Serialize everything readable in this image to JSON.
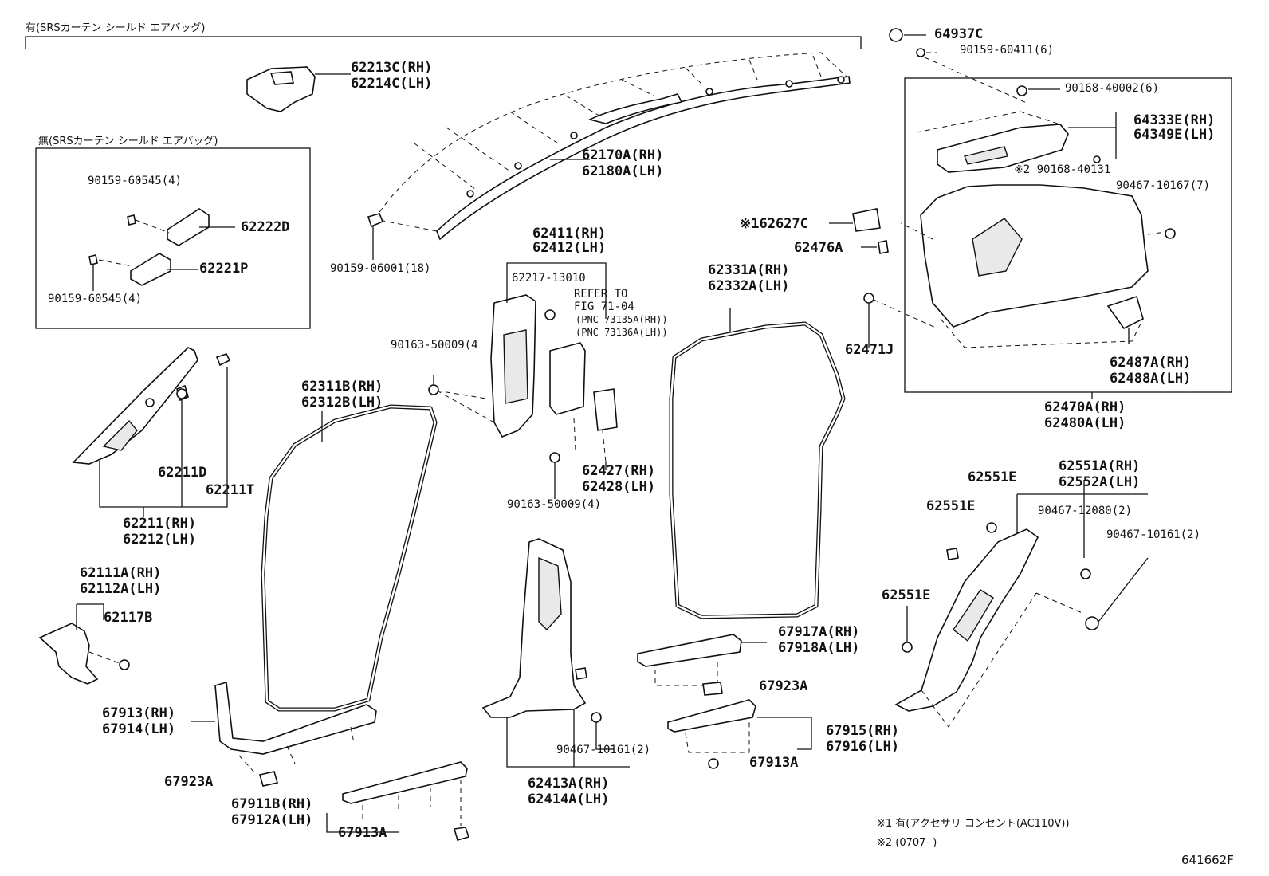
{
  "header": {
    "with_curtain_airbag": "有(SRSカーテン シールド エアバッグ)",
    "without_curtain_airbag": "無(SRSカーテン シールド エアバッグ)"
  },
  "refer_to": {
    "line1": "REFER TO",
    "line2": "FIG 71-04",
    "line3": "(PNC 73135A(RH))",
    "line4": "(PNC 73136A(LH))"
  },
  "labels": {
    "p64937C": "64937C",
    "p9015960411": "90159-60411(6)",
    "p9016840002": "90168-40002(6)",
    "p64333E": "64333E(RH)",
    "p64349E": "64349E(LH)",
    "p9016840131": "※2 90168-40131",
    "p9046710167": "90467-10167(7)",
    "p62627C": "※162627C",
    "p62476A": "62476A",
    "p62471J": "62471J",
    "p62487A": "62487A(RH)",
    "p62488A": "62488A(LH)",
    "p62470A": "62470A(RH)",
    "p62480A": "62480A(LH)",
    "p62213C": "62213C(RH)",
    "p62214C": "62214C(LH)",
    "p62170A": "62170A(RH)",
    "p62180A": "62180A(LH)",
    "p9015906001": "90159-06001(18)",
    "p9015960545a": "90159-60545(4)",
    "p62222D": "62222D",
    "p62221P": "62221P",
    "p9015960545b": "90159-60545(4)",
    "p62411": "62411(RH)",
    "p62412": "62412(LH)",
    "p6221713010": "62217-13010",
    "p9016350009a": "90163-50009(4",
    "p62427": "62427(RH)",
    "p62428": "62428(LH)",
    "p9016350009b": "90163-50009(4)",
    "p62331A": "62331A(RH)",
    "p62332A": "62332A(LH)",
    "p62311B": "62311B(RH)",
    "p62312B": "62312B(LH)",
    "p62211D": "62211D",
    "p62211T": "62211T",
    "p62211": "62211(RH)",
    "p62212": "62212(LH)",
    "p62111A": "62111A(RH)",
    "p62112A": "62112A(LH)",
    "p62117B": "62117B",
    "p67913": "67913(RH)",
    "p67914": "67914(LH)",
    "p67923Aa": "67923A",
    "p67911B": "67911B(RH)",
    "p67912A": "67912A(LH)",
    "p67913Aa": "67913A",
    "p62413A": "62413A(RH)",
    "p62414A": "62414A(LH)",
    "p9046710161a": "90467-10161(2)",
    "p67917A": "67917A(RH)",
    "p67918A": "67918A(LH)",
    "p67923Ab": "67923A",
    "p67915": "67915(RH)",
    "p67916": "67916(LH)",
    "p67913Ab": "67913A",
    "p62551Ea": "62551E",
    "p62551Eb": "62551E",
    "p62551Ec": "62551E",
    "p62551A": "62551A(RH)",
    "p62552A": "62552A(LH)",
    "p9046712080": "90467-12080(2)",
    "p9046710161b": "90467-10161(2)"
  },
  "notes": {
    "note1": "※1 有(アクセサリ コンセント(AC110V))",
    "note2": "※2 (0707-     )"
  },
  "figure_code": "641662F"
}
